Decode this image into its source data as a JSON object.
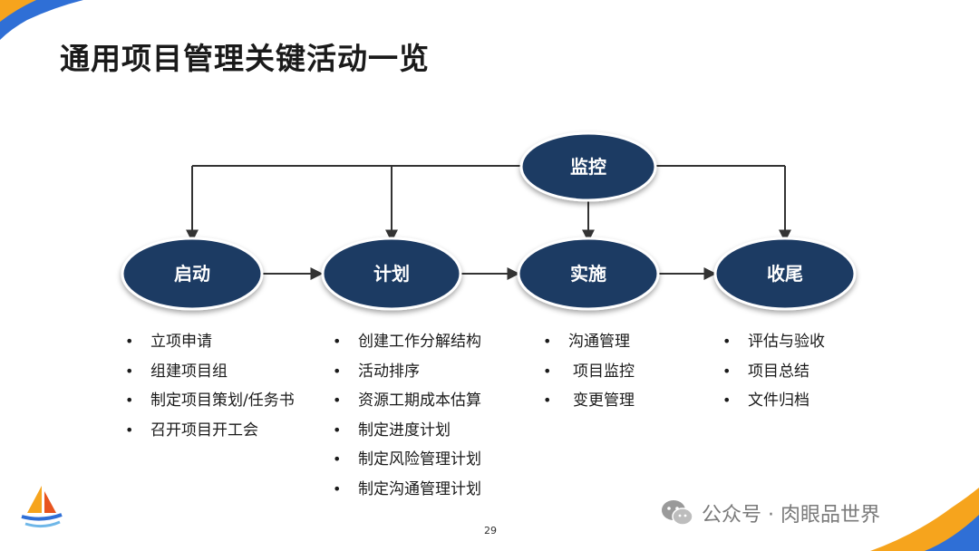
{
  "slide": {
    "title": "通用项目管理关键活动一览",
    "page_number": "29",
    "watermark": "公众号 · 肉眼品世界"
  },
  "colors": {
    "node_fill": "#1f3a63",
    "node_outline": "#ffffff",
    "connector": "#333333",
    "accent_orange": "#f6a41d",
    "accent_blue": "#2f6fd6"
  },
  "diagram": {
    "nodes": {
      "monitor": "监控",
      "initiate": "启动",
      "plan": "计划",
      "execute": "实施",
      "close": "收尾"
    },
    "activities": {
      "initiate": [
        "立项申请",
        "组建项目组",
        "制定项目策划/任务书",
        "召开项目开工会"
      ],
      "plan": [
        "创建工作分解结构",
        "活动排序",
        "资源工期成本估算",
        "制定进度计划",
        "制定风险管理计划",
        "制定沟通管理计划"
      ],
      "execute": [
        "沟通管理",
        "项目监控",
        "变更管理"
      ],
      "close": [
        "评估与验收",
        "项目总结",
        "文件归档"
      ]
    }
  },
  "icons": {
    "logo": "sailboat-logo-icon",
    "wechat": "wechat-icon"
  }
}
